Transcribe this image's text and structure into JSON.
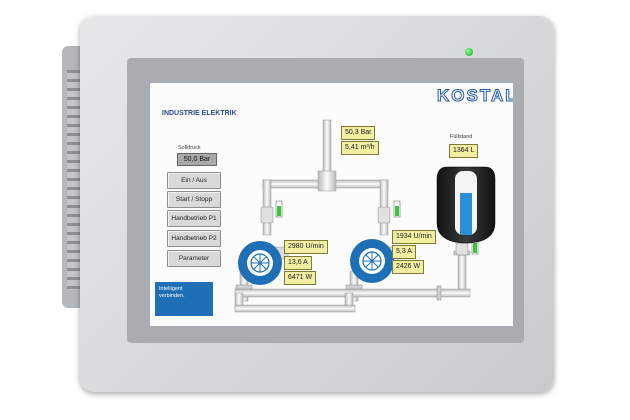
{
  "brand": {
    "logo": "KOSTAL"
  },
  "app": {
    "title": "INDUSTRIE ELEKTRIK"
  },
  "setpoint": {
    "label": "Solldruck",
    "value": "50,0 Bar"
  },
  "menu": {
    "buttons": [
      {
        "label": "Ein / Aus"
      },
      {
        "label": "Start / Stopp"
      },
      {
        "label": "Handbetrieb P1"
      },
      {
        "label": "Handbetrieb P2"
      },
      {
        "label": "Parameter"
      }
    ]
  },
  "slogan": {
    "text": "Intelligent\nverbinden."
  },
  "line": {
    "pressure": "50,3 Bar",
    "flow": "5,41 m³/h"
  },
  "tank": {
    "label": "Füllstand",
    "value": "1364 L",
    "level_fraction": 0.65
  },
  "pump1": {
    "speed": "2980 U/min",
    "current": "13,6 A",
    "power": "6471 W"
  },
  "pump2": {
    "speed": "1934 U/min",
    "current": "5,3 A",
    "power": "2426 W"
  },
  "colors": {
    "pump_blue": "#1e6fb6",
    "valve_green": "#3cc43c",
    "panel_blue": "#1e6fb6",
    "value_yellow": "#f2efa3"
  }
}
